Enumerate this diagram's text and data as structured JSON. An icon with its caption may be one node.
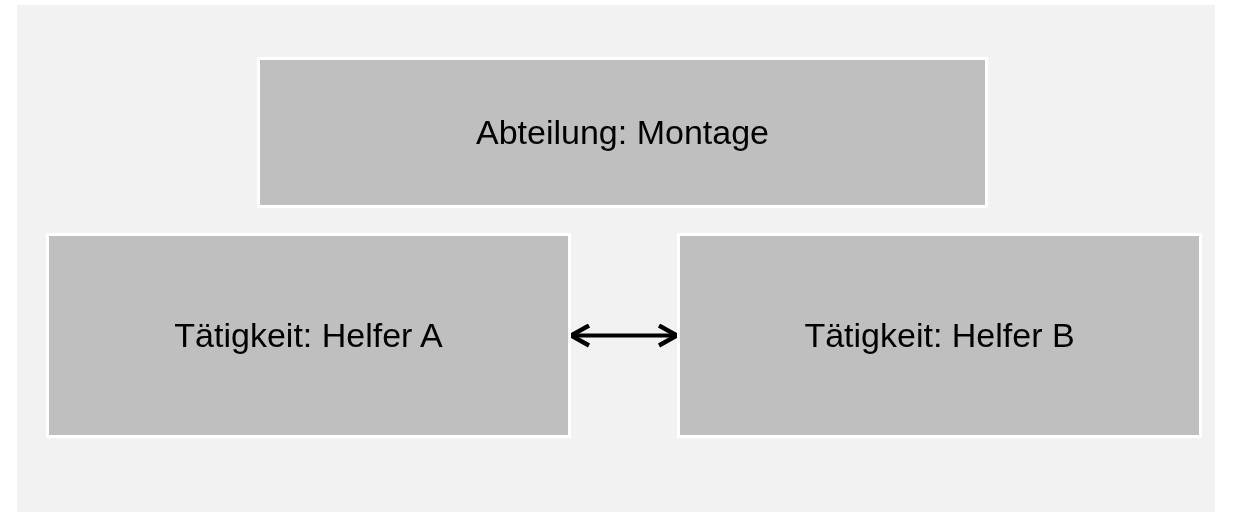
{
  "diagram": {
    "nodes": [
      {
        "text": [
          "Abteilung: Montage"
        ]
      },
      {
        "text": [
          "Tätigkeit: Helfer A"
        ]
      },
      {
        "text": [
          "Tätigkeit: Helfer B"
        ]
      }
    ],
    "edges": [
      {
        "from": 1,
        "to": 2,
        "arrow": "both"
      }
    ]
  }
}
